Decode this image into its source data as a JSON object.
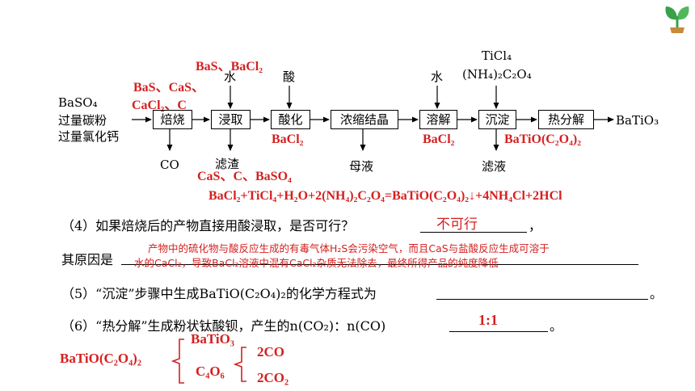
{
  "flowchart": {
    "inputs": [
      "BaSO₄",
      "过量碳粉",
      "过量氯化钙"
    ],
    "steps": [
      "焙烧",
      "浸取",
      "酸化",
      "浓缩结晶",
      "溶解",
      "沉淀",
      "热分解"
    ],
    "product": "BaTiO₃",
    "reagents": {
      "leach": "水",
      "acidify": "酸",
      "dissolve": "水",
      "ticl4": "TiCl₄",
      "oxalate": "(NH₄)₂C₂O₄"
    },
    "byproducts": {
      "roast": "CO",
      "leach": "滤渣",
      "crystallize": "母液",
      "precipitate": "滤液"
    },
    "annotations": {
      "roast_products_a": "BaS、CaS、",
      "roast_products_b": "CaCl₂、C",
      "leach_solution": "BaS、BaCl₂",
      "residue": "CaS、C、BaSO₄",
      "acidify_product": "BaCl₂",
      "dissolve_product": "BaCl₂",
      "precipitate_product": "BaTiO(C₂O₄)₂"
    }
  },
  "equation": "BaCl₂+TiCl₄+H₂O+2(NH₄)₂C₂O₄=BaTiO(C₂O₄)₂↓+4NH₄Cl+2HCl",
  "q4": {
    "text": "（4）如果焙烧后的产物直接用酸浸取，是否可行？",
    "answer": "不可行",
    "end": "，",
    "reason_label": "其原因是",
    "reason_line1": "产物中的硫化物与酸反应生成的有毒气体H₂S会污染空气，而且CaS与盐酸反应生成可溶于",
    "reason_line2": "水的CaCl₂，导致BaCl₂溶液中混有CaCl₂杂质无法除去，最终所得产品的纯度降低"
  },
  "q5": {
    "text": "（5）“沉淀”步骤中生成BaTiO(C₂O₄)₂的化学方程式为",
    "end": "。"
  },
  "q6": {
    "text": "（6）“热分解”生成粉状钛酸钡，产生的n(CO₂)：n(CO)",
    "answer": "1:1",
    "end": "。"
  },
  "decomposition": {
    "reactant": "BaTiO(C₂O₄)₂",
    "product1": "BaTiO₃",
    "intermediate": "C₄O₆",
    "gas1": "2CO",
    "gas2": "2CO₂"
  },
  "icon": {
    "name": "sprout-icon",
    "colors": [
      "#3aa04a",
      "#c58a3a"
    ]
  }
}
